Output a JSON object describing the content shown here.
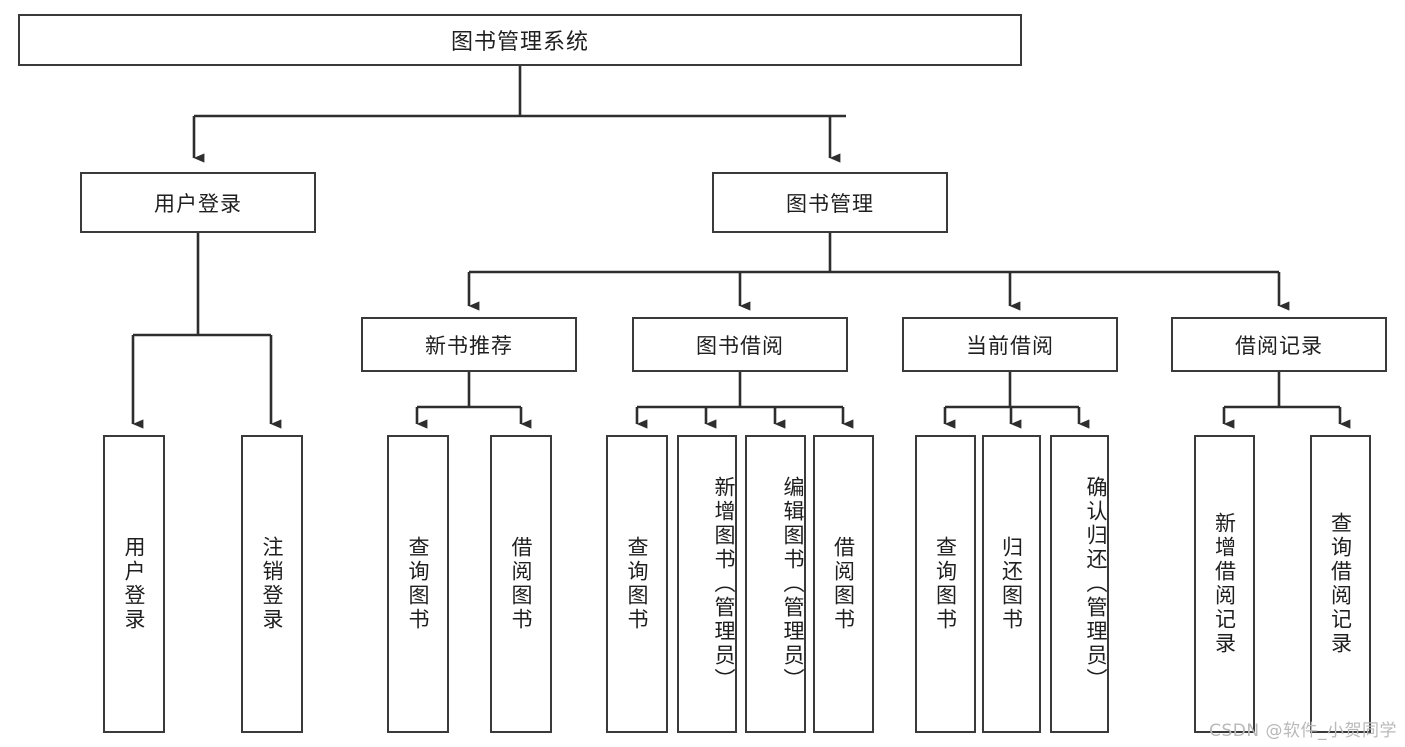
{
  "diagram": {
    "title": "图书管理系统",
    "watermark": "CSDN @软件_小贺同学",
    "stroke_color": "#3a3a3a",
    "text_color": "#1f1f1f",
    "background": "#ffffff"
  },
  "nodes": {
    "root": {
      "label": "图书管理系统"
    },
    "level2": [
      {
        "label": "用户登录"
      },
      {
        "label": "图书管理"
      }
    ],
    "level3": [
      {
        "label": "新书推荐"
      },
      {
        "label": "图书借阅"
      },
      {
        "label": "当前借阅"
      },
      {
        "label": "借阅记录"
      }
    ],
    "leaves": {
      "user_login": [
        {
          "label": "用户登录"
        },
        {
          "label": "注销登录"
        }
      ],
      "new_book_recommend": [
        {
          "label": "查询图书"
        },
        {
          "label": "借阅图书"
        }
      ],
      "book_borrow": [
        {
          "label": "查询图书"
        },
        {
          "label": "新增图书（管理员）"
        },
        {
          "label": "编辑图书（管理员）"
        },
        {
          "label": "借阅图书"
        }
      ],
      "current_borrow": [
        {
          "label": "查询图书"
        },
        {
          "label": "归还图书"
        },
        {
          "label": "确认归还（管理员）"
        }
      ],
      "borrow_record": [
        {
          "label": "新增借阅记录"
        },
        {
          "label": "查询借阅记录"
        }
      ]
    }
  },
  "chart_data": {
    "type": "diagram",
    "title": "图书管理系统",
    "hierarchy": {
      "name": "图书管理系统",
      "children": [
        {
          "name": "用户登录",
          "children": [
            {
              "name": "用户登录"
            },
            {
              "name": "注销登录"
            }
          ]
        },
        {
          "name": "图书管理",
          "children": [
            {
              "name": "新书推荐",
              "children": [
                {
                  "name": "查询图书"
                },
                {
                  "name": "借阅图书"
                }
              ]
            },
            {
              "name": "图书借阅",
              "children": [
                {
                  "name": "查询图书"
                },
                {
                  "name": "新增图书（管理员）"
                },
                {
                  "name": "编辑图书（管理员）"
                },
                {
                  "name": "借阅图书"
                }
              ]
            },
            {
              "name": "当前借阅",
              "children": [
                {
                  "name": "查询图书"
                },
                {
                  "name": "归还图书"
                },
                {
                  "name": "确认归还（管理员）"
                }
              ]
            },
            {
              "name": "借阅记录",
              "children": [
                {
                  "name": "新增借阅记录"
                },
                {
                  "name": "查询借阅记录"
                }
              ]
            }
          ]
        }
      ]
    }
  }
}
